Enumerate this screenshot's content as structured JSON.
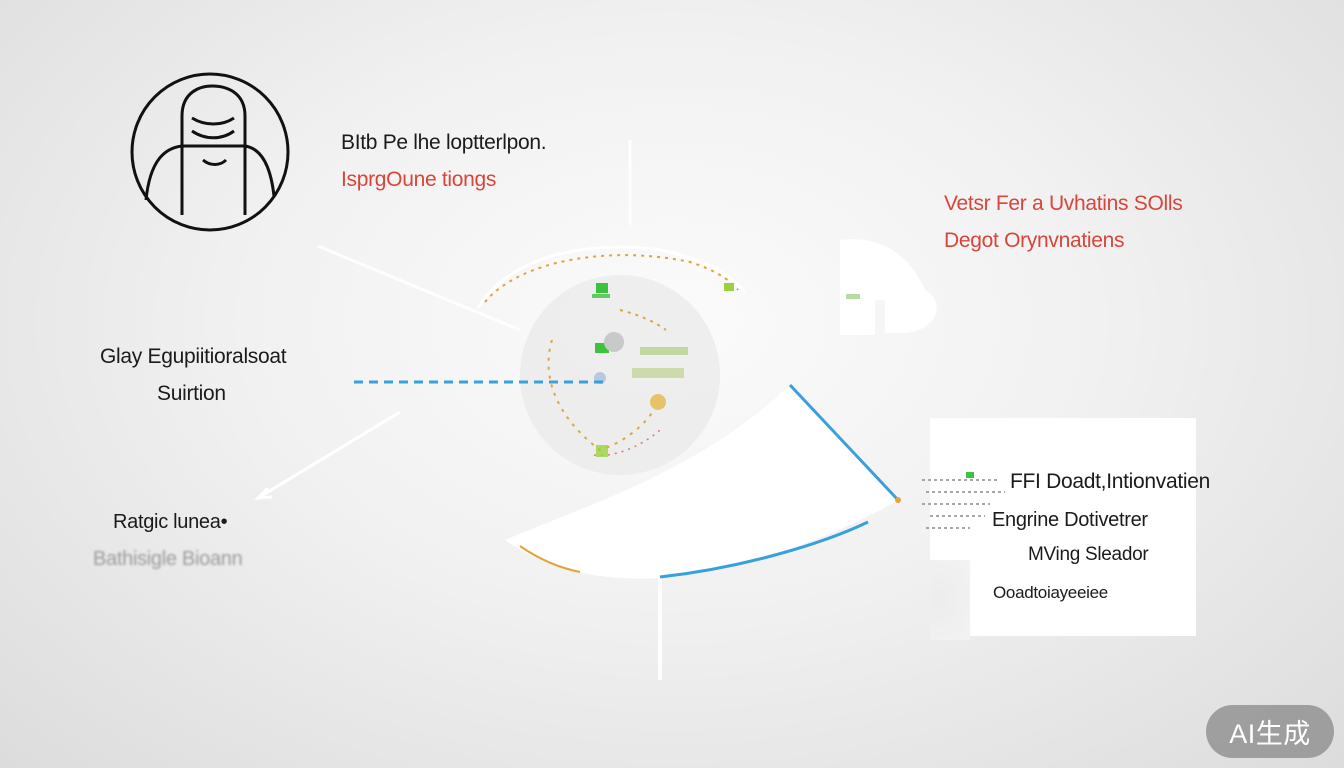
{
  "labels": {
    "top": {
      "line1": "BItb Pe lhe loptterlpon.",
      "line2": "IsprgOune tiongs"
    },
    "right": {
      "line1": "Vetsr Fer a Uvhatins SOlls",
      "line2": "Degot Orynvnatiens"
    },
    "left": {
      "line1": "Glay Egupiitioralsoat",
      "line2": "Suirtion"
    },
    "bottom_left": {
      "line1": "Ratgic lunea•",
      "line2": "Bathisigle Bioann"
    }
  },
  "panel": {
    "line1": "FFI Doadt,Intionvatien",
    "line2": "Engrine Dotivetrer",
    "line3": "MVing Sleador",
    "line4": "Ooadtoiayeeiee"
  },
  "badge": {
    "text": "AI生成"
  },
  "colors": {
    "accent_red": "#d8453b",
    "line_blue": "#3aa0dc",
    "node_green": "#3cc23c",
    "node_orange": "#e0a53a"
  },
  "icons": {
    "head_icon": "head-outline-icon",
    "ear_shape": "white-ear-shape"
  }
}
